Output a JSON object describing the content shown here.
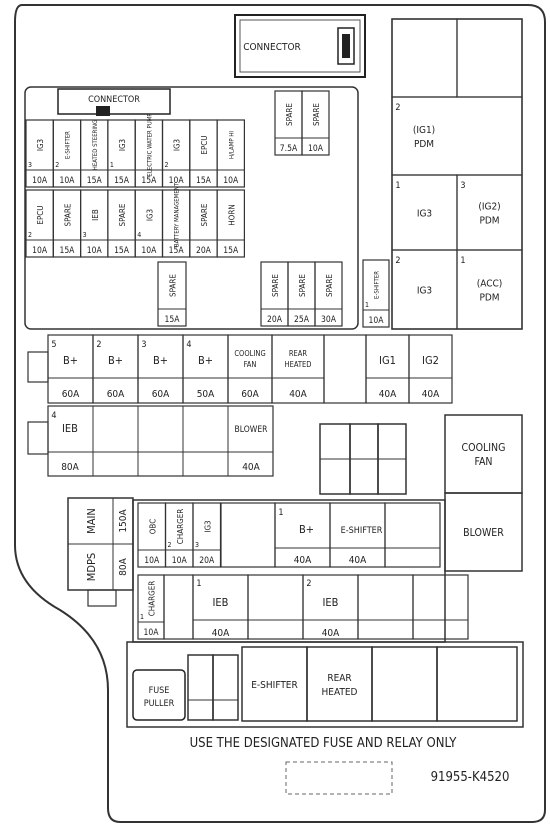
{
  "title": "",
  "part_number": "91955-K4520",
  "footer_note": "USE THE DESIGNATED FUSE AND RELAY ONLY",
  "connector_label": "CONNECTOR",
  "inner_connector_label": "CONNECTOR",
  "fuse_puller_label": [
    "FUSE",
    "PULLER"
  ],
  "mini_fuses_row1": [
    {
      "n": "3",
      "name": "IG3",
      "amp": "10A"
    },
    {
      "n": "2",
      "name": "E-SHIFTER",
      "amp": "10A"
    },
    {
      "n": "",
      "name": "HEATED STEERING",
      "amp": "15A"
    },
    {
      "n": "1",
      "name": "IG3",
      "amp": "15A"
    },
    {
      "n": "",
      "name": "ELECTRIC WATER PUMP",
      "amp": "15A"
    },
    {
      "n": "2",
      "name": "IG3",
      "amp": "10A"
    },
    {
      "n": "",
      "name": "EPCU",
      "amp": "15A"
    },
    {
      "n": "",
      "name": "H/LAMP HI",
      "amp": "10A"
    }
  ],
  "mini_fuses_row2": [
    {
      "n": "2",
      "name": "EPCU",
      "amp": "10A"
    },
    {
      "n": "",
      "name": "SPARE",
      "amp": "15A"
    },
    {
      "n": "3",
      "name": "IEB",
      "amp": "10A"
    },
    {
      "n": "",
      "name": "SPARE",
      "amp": "15A"
    },
    {
      "n": "4",
      "name": "IG3",
      "amp": "10A"
    },
    {
      "n": "",
      "name": "BATTERY MANAGEMENT",
      "amp": "15A"
    },
    {
      "n": "",
      "name": "SPARE",
      "amp": "20A"
    },
    {
      "n": "",
      "name": "HORN",
      "amp": "15A"
    }
  ],
  "top_spares": [
    {
      "name": "SPARE",
      "amp": "7.5A"
    },
    {
      "name": "SPARE",
      "amp": "10A"
    }
  ],
  "single_spare": {
    "name": "SPARE",
    "amp": "15A"
  },
  "row3_spares": [
    {
      "name": "SPARE",
      "amp": "20A"
    },
    {
      "name": "SPARE",
      "amp": "25A"
    },
    {
      "name": "SPARE",
      "amp": "30A"
    }
  ],
  "eshifter_small": {
    "n": "1",
    "name": "E-SHIFTER",
    "amp": "10A"
  },
  "relays": [
    {
      "n": "2",
      "lines": [
        "(IG1)",
        "PDM"
      ]
    },
    {
      "n": "1",
      "lines": [
        "IG3"
      ]
    },
    {
      "n": "3",
      "lines": [
        "(IG2)",
        "PDM"
      ]
    },
    {
      "n": "2",
      "lines": [
        "IG3"
      ]
    },
    {
      "n": "1",
      "lines": [
        "(ACC)",
        "PDM"
      ]
    }
  ],
  "multi_fuse_row": [
    {
      "n": "5",
      "name": "B+",
      "amp": "60A"
    },
    {
      "n": "2",
      "name": "B+",
      "amp": "60A"
    },
    {
      "n": "3",
      "name": "B+",
      "amp": "60A"
    },
    {
      "n": "4",
      "name": "B+",
      "amp": "50A"
    },
    {
      "n": "",
      "name": "COOLING FAN",
      "amp": "60A"
    },
    {
      "n": "",
      "name": "REAR HEATED",
      "amp": "40A"
    },
    {
      "n": "",
      "name": "IG1",
      "amp": "40A"
    },
    {
      "n": "",
      "name": "IG2",
      "amp": "40A"
    }
  ],
  "ieb_row": [
    {
      "n": "4",
      "name": "IEB",
      "amp": "80A"
    },
    {
      "n": "",
      "name": "BLOWER",
      "amp": "40A"
    }
  ],
  "big_relays": [
    "COOLING FAN",
    "BLOWER"
  ],
  "main_fuse": {
    "name": "MAIN",
    "amp": "150A"
  },
  "mdps_fuse": {
    "name": "MDPS",
    "amp": "80A"
  },
  "lower_mini": [
    {
      "n": "",
      "name": "OBC",
      "amp": "10A"
    },
    {
      "n": "2",
      "name": "CHARGER",
      "amp": "10A"
    },
    {
      "n": "3",
      "name": "IG3",
      "amp": "20A"
    }
  ],
  "lower_row1": [
    {
      "n": "1",
      "name": "B+",
      "amp": "40A"
    },
    {
      "n": "",
      "name": "E-SHIFTER",
      "amp": "40A"
    }
  ],
  "charger_small": {
    "n": "1",
    "name": "CHARGER",
    "amp": "10A"
  },
  "lower_row2": [
    {
      "n": "1",
      "name": "IEB",
      "amp": "40A"
    },
    {
      "n": "2",
      "name": "IEB",
      "amp": "40A"
    }
  ],
  "bottom_relays": [
    "E-SHIFTER",
    "REAR HEATED"
  ]
}
